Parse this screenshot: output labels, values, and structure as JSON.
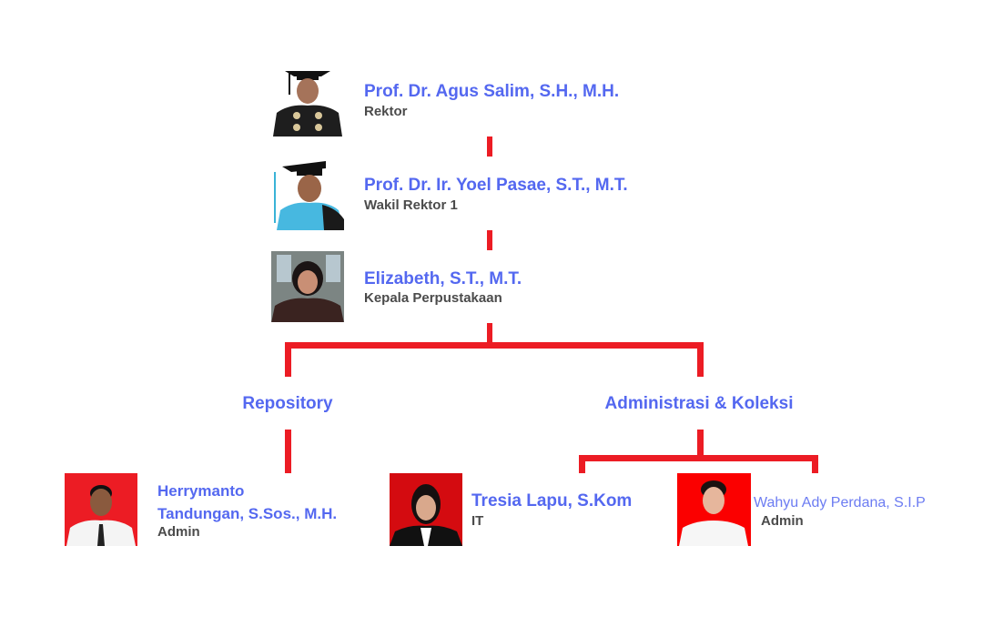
{
  "people": [
    {
      "name": "Prof. Dr. Agus Salim, S.H., M.H.",
      "role": "Rektor"
    },
    {
      "name": "Prof. Dr. Ir. Yoel Pasae, S.T., M.T.",
      "role": "Wakil Rektor 1"
    },
    {
      "name": "Elizabeth, S.T., M.T.",
      "role": "Kepala Perpustakaan"
    },
    {
      "name_line1": "Herrymanto",
      "name_line2": "Tandungan, S.Sos., M.H.",
      "role": "Admin"
    },
    {
      "name": "Tresia Lapu, S.Kom",
      "role": "IT"
    },
    {
      "name": "Wahyu Ady Perdana, S.I.P",
      "role": "Admin"
    }
  ],
  "units": [
    "Repository",
    "Administrasi & Koleksi"
  ],
  "colors": {
    "accent": "#5468f0",
    "connector": "#ec1c24",
    "role_text": "#4b4b4b"
  }
}
